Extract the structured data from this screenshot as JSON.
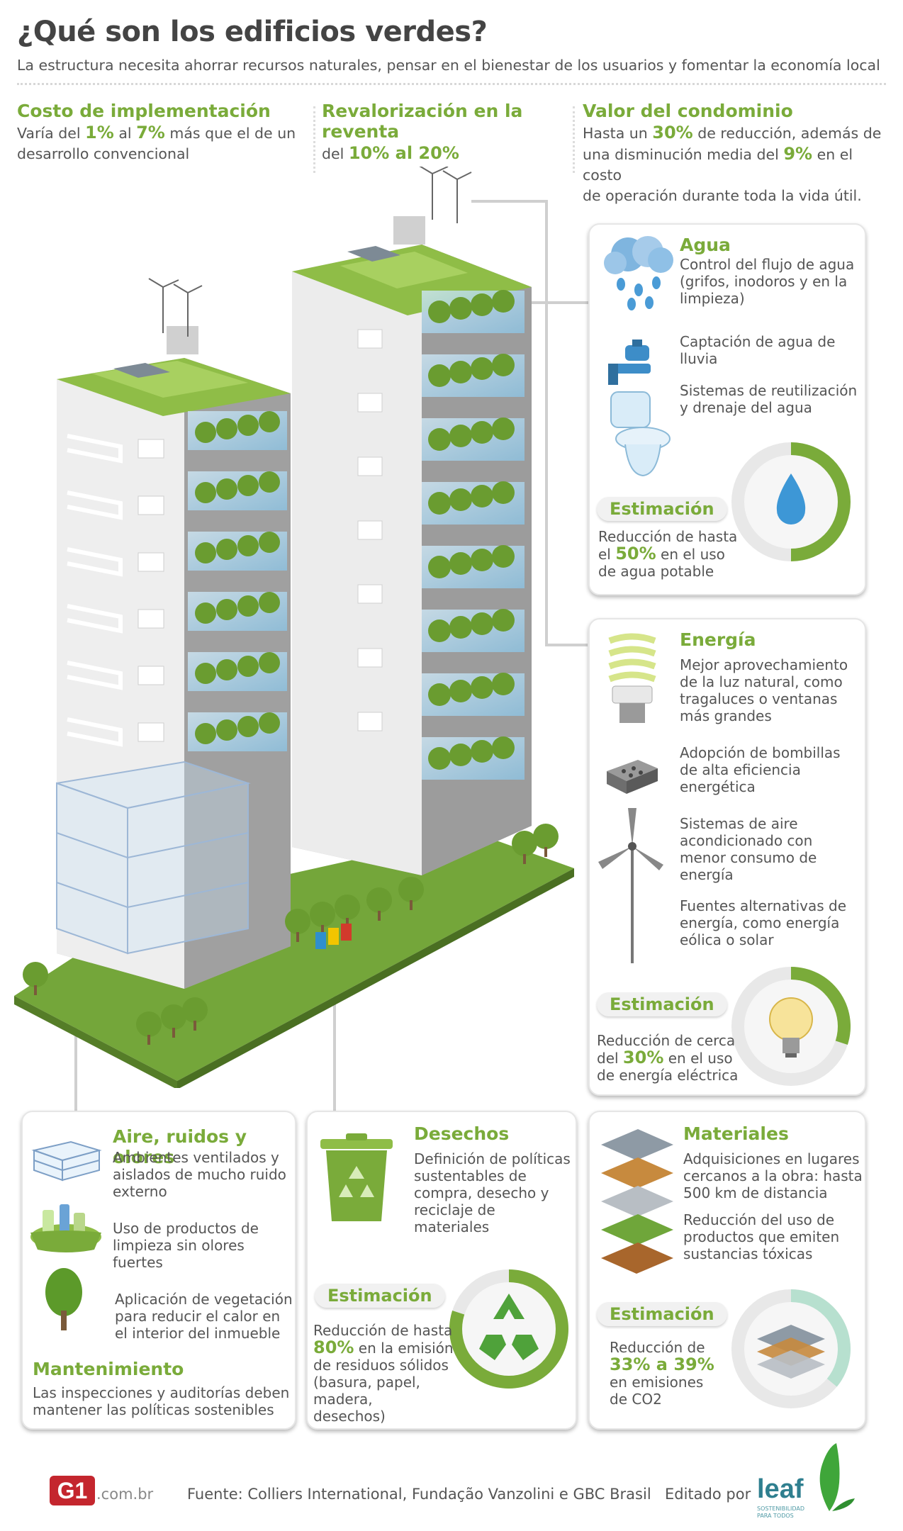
{
  "header": {
    "title": "¿Qué son los edificios verdes?",
    "subtitle": "La estructura necesita ahorrar recursos naturales, pensar en el bienestar de los usuarios y fomentar la economía local"
  },
  "stats": {
    "cost": {
      "title": "Costo de implementación",
      "t1": "Varía del ",
      "v1": "1%",
      "t2": " al ",
      "v2": "7%",
      "t3": " más que el de un",
      "t4": "desarrollo convencional"
    },
    "resale": {
      "title": "Revalorización en la reventa",
      "t1": "del ",
      "v1": "10% al 20%"
    },
    "condo": {
      "title": "Valor del condominio",
      "t1": "Hasta un ",
      "v1": "30%",
      "t2": " de reducción, además de",
      "t3": "una disminución media del ",
      "v2": "9%",
      "t4": " en el costo",
      "t5": "de operación durante toda la vida útil."
    }
  },
  "panels": {
    "agua": {
      "title": "Agua",
      "i1l1": "Control del flujo de agua",
      "i1l2": "(grifos, inodoros y en la",
      "i1l3": "limpieza)",
      "i2l1": "Captación de agua de",
      "i2l2": "lluvia",
      "i3l1": "Sistemas de reutilización",
      "i3l2": "y drenaje del agua",
      "est": "Estimación",
      "e1": "Reducción de hasta",
      "e2a": "el ",
      "e2v": "50%",
      "e2b": " en el uso",
      "e3": "de agua potable",
      "fill": 0.5
    },
    "energia": {
      "title": "Energía",
      "i1l1": "Mejor aprovechamiento",
      "i1l2": "de la luz natural, como",
      "i1l3": "tragaluces o ventanas",
      "i1l4": "más grandes",
      "i2l1": "Adopción de bombillas",
      "i2l2": "de alta eficiencia",
      "i2l3": "energética",
      "i3l1": "Sistemas de aire",
      "i3l2": "acondicionado con",
      "i3l3": "menor consumo de",
      "i3l4": "energía",
      "i4l1": "Fuentes alternativas de",
      "i4l2": "energía, como energía",
      "i4l3": "eólica o solar",
      "est": "Estimación",
      "e1": "Reducción de cerca",
      "e2a": "del ",
      "e2v": "30%",
      "e2b": " en el uso",
      "e3": "de energía eléctrica",
      "fill": 0.3
    },
    "aire": {
      "title": "Aire, ruidos y olores",
      "i1l1": "Ambientes ventilados y",
      "i1l2": "aislados de mucho ruido",
      "i1l3": "externo",
      "i2l1": "Uso de productos de",
      "i2l2": "limpieza sin olores",
      "i2l3": "fuertes",
      "i3l1": "Aplicación de vegetación",
      "i3l2": "para reducir el calor en",
      "i3l3": "el interior del inmueble",
      "mant_title": "Mantenimiento",
      "m1": "Las inspecciones y auditorías deben",
      "m2": "mantener las políticas sostenibles"
    },
    "desechos": {
      "title": "Desechos",
      "i1l1": "Definición de políticas",
      "i1l2": "sustentables de",
      "i1l3": "compra, desecho y",
      "i1l4": "reciclaje de",
      "i1l5": "materiales",
      "est": "Estimación",
      "e1": "Reducción de hasta",
      "e2v": "80%",
      "e2b": " en la emisión",
      "e3": "de residuos sólidos",
      "e4": "(basura, papel, madera,",
      "e5": "desechos)",
      "fill": 0.8
    },
    "materiales": {
      "title": "Materiales",
      "i1l1": "Adquisiciones en lugares",
      "i1l2": "cercanos a la obra: hasta",
      "i1l3": "500 km de distancia",
      "i2l1": "Reducción del uso de",
      "i2l2": "productos que emiten",
      "i2l3": "sustancias tóxicas",
      "est": "Estimación",
      "e1": "Reducción de",
      "e2v": "33% a 39%",
      "e3": "en emisiones",
      "e4": "de CO2",
      "fill": 0.36
    }
  },
  "footer": {
    "g1": "G1",
    "dotcom": ".com.br",
    "source": "Fuente: Colliers International, Fundação Vanzolini e GBC Brasil",
    "edited": "Editado por",
    "leaf": "leaf",
    "leaf_sub1": "SOSTENIBILIDAD",
    "leaf_sub2": "PARA TODOS"
  },
  "colors": {
    "accent": "#7aab3a",
    "text": "#555555",
    "panel_border": "#e6e6e6"
  }
}
